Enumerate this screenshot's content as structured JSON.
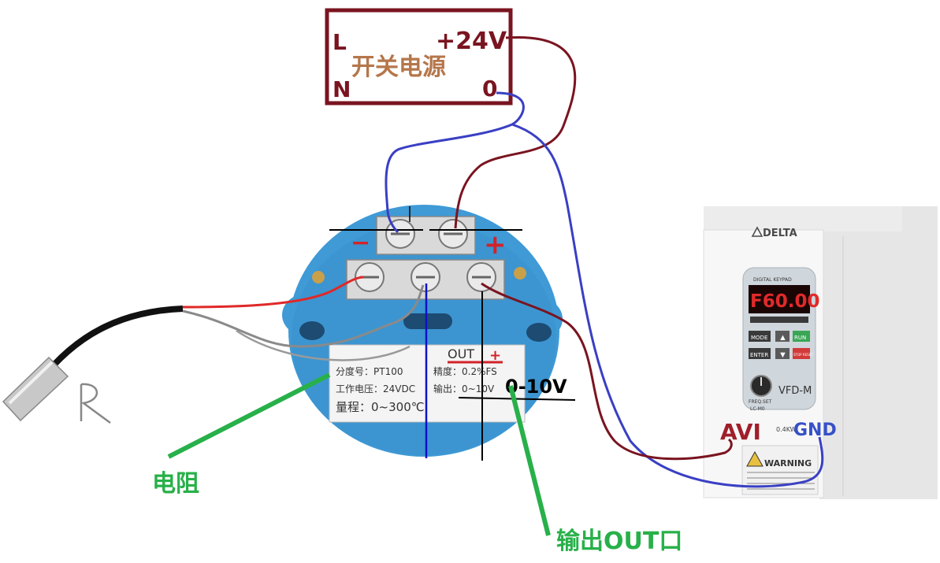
{
  "power_supply": {
    "label_L": "L",
    "label_N": "N",
    "label_plus24v": "+24V",
    "label_zero": "0",
    "title": "开关电源"
  },
  "transmitter": {
    "terminal_minus": "−",
    "terminal_plus": "+",
    "out_label": "OUT",
    "out_plus": "+",
    "label_rows": [
      [
        "分度号：PT100",
        "精度：0.2%FS"
      ],
      [
        "工作电压：24VDC",
        "输出：0~10V"
      ],
      [
        "量程：0~300℃",
        ""
      ]
    ],
    "output_range": "0-10V"
  },
  "sensor": {
    "label": "R"
  },
  "vfd": {
    "brand": "DELTA",
    "keypad_label": "DIGITAL KEYPAD",
    "display": "F60.00",
    "model": "VFD-M",
    "key_mode": "MODE",
    "key_enter": "ENTER",
    "key_run": "RUN",
    "key_stop": "STOP RESET",
    "knob_label": "FREQ.SET",
    "knob_sub": "LC-M0",
    "rating": "0.4KW",
    "warning": "WARNING",
    "terminal_avi": "AVI",
    "terminal_gnd": "GND"
  },
  "annotations": {
    "resistor": "电阻",
    "output_port": "输出OUT口"
  },
  "colors": {
    "supply_frame": "#7a1420",
    "supply_title": "#b5764a",
    "wire_red": "#7a1420",
    "wire_blue": "#3a3fc4",
    "transmitter_body": "#3f9ad6",
    "annotation_green": "#28b04a",
    "avi_red": "#a01e2a",
    "gnd_blue": "#3550c8",
    "vfd_display": "#e02a2a"
  }
}
